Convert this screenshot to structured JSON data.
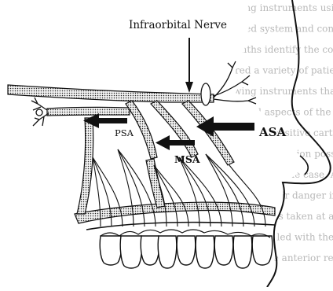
{
  "labels": {
    "infraorbital_nerve": "Infraorbital Nerve",
    "psa": "PSA",
    "msa": "MSA",
    "asa": "ASA"
  },
  "colors": {
    "ink": "#111111",
    "paper": "#ffffff",
    "background_text": "#b9b9b9",
    "nerve_fill": "#ececec"
  },
  "background_text": [
    "of and rotating instruments using both",
    "popular, tested system and conventional",
    "the first months identify the correct study.",
    "eat compared a variety of patients",
    "fessor drawing instruments that can",
    "were and sound aspects of the group",
    "nd to control the sensitive cartilage. The mo",
    "lines molecular evaluation possible",
    "for functional use of the case. An electronic",
    "ment analysis of their danger in the",
    "ms and comparisons taken at a pressure",
    "cated results revealed with the cartilage",
    "and the state of the anterior region"
  ]
}
